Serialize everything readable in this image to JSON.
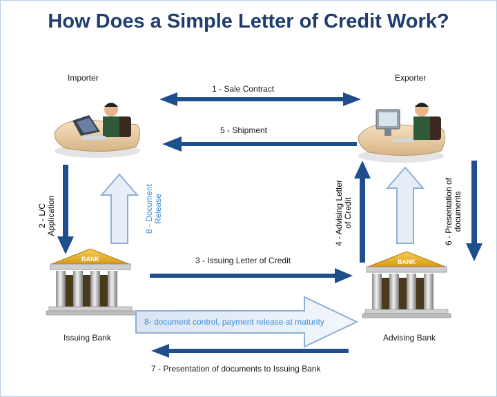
{
  "title": "How Does a Simple Letter of Credit Work?",
  "parties": {
    "importer": "Importer",
    "exporter": "Exporter",
    "issuing_bank": "Issuing Bank",
    "advising_bank": "Advising Bank"
  },
  "bank_sign": "BANK",
  "steps": {
    "s1": "1 - Sale Contract",
    "s2_line1": "2 - L/C",
    "s2_line2": "Application",
    "s3": "3 - Issuing Letter of Credit",
    "s4_line1": "4 - Advising Letter",
    "s4_line2": "of Credit",
    "s5": "5 - Shipment",
    "s6_line1": "6 - Presentation of",
    "s6_line2": "documents",
    "s7": "7 - Presentation of documents to Issuing Bank",
    "s8a_line1": "8 - Document",
    "s8a_line2": "Release",
    "s8b": "8- document control, payment release at maturity"
  },
  "colors": {
    "title": "#1f3d6e",
    "arrow_dark": "#1f4e8c",
    "arrow_light_fill": "#e6eef8",
    "arrow_light_stroke": "#8fb0d6",
    "accent_text": "#3a8ed6"
  }
}
